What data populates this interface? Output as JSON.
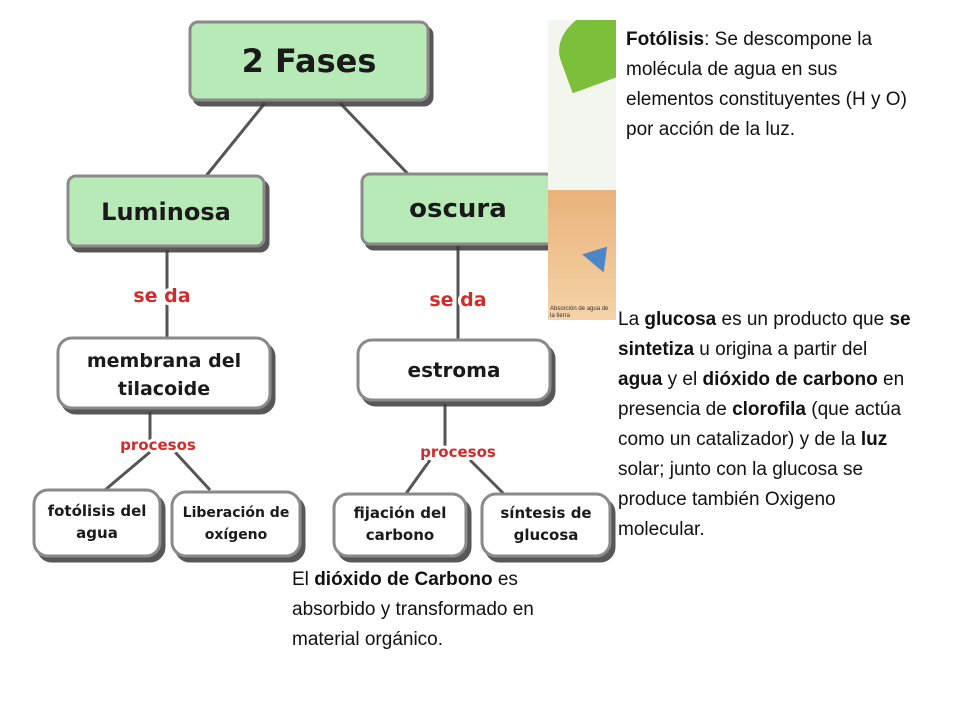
{
  "diagram": {
    "title": "2 Fases",
    "phases": [
      {
        "name": "Luminosa",
        "connector": "se da",
        "location": "membrana del tilacoide",
        "process_label": "procesos",
        "processes": [
          "fotólisis del agua",
          "Liberación de oxígeno"
        ]
      },
      {
        "name": "oscura",
        "connector": "se da",
        "location": "estroma",
        "process_label": "procesos",
        "processes": [
          "fijación del carbono",
          "síntesis de glucosa"
        ]
      }
    ]
  },
  "photo": {
    "caption": "Absorción de agua de la tierra"
  },
  "notes": {
    "fotolisis": {
      "term": "Fotólisis",
      "text": ": Se descompone la molécula de agua en sus elementos constituyentes (H y O) por acción de la luz."
    },
    "glucosa": {
      "parts": [
        {
          "t": " La ",
          "b": false
        },
        {
          "t": "glucosa",
          "b": true
        },
        {
          "t": " es un producto que ",
          "b": false
        },
        {
          "t": "se sintetiza",
          "b": true
        },
        {
          "t": " u origina a partir del ",
          "b": false
        },
        {
          "t": "agua",
          "b": true
        },
        {
          "t": " y el ",
          "b": false
        },
        {
          "t": "dióxido de carbono",
          "b": true
        },
        {
          "t": " en presencia de ",
          "b": false
        },
        {
          "t": "clorofila",
          "b": true
        },
        {
          "t": " (que actúa como un catalizador)  y de la ",
          "b": false
        },
        {
          "t": "luz",
          "b": true
        },
        {
          "t": " solar; junto con la glucosa se produce también Oxigeno molecular.",
          "b": false
        }
      ]
    },
    "dioxido": {
      "parts": [
        {
          "t": "El ",
          "b": false
        },
        {
          "t": "dióxido de Carbono",
          "b": true
        },
        {
          "t": " es absorbido y transformado en material orgánico.",
          "b": false
        }
      ]
    }
  }
}
